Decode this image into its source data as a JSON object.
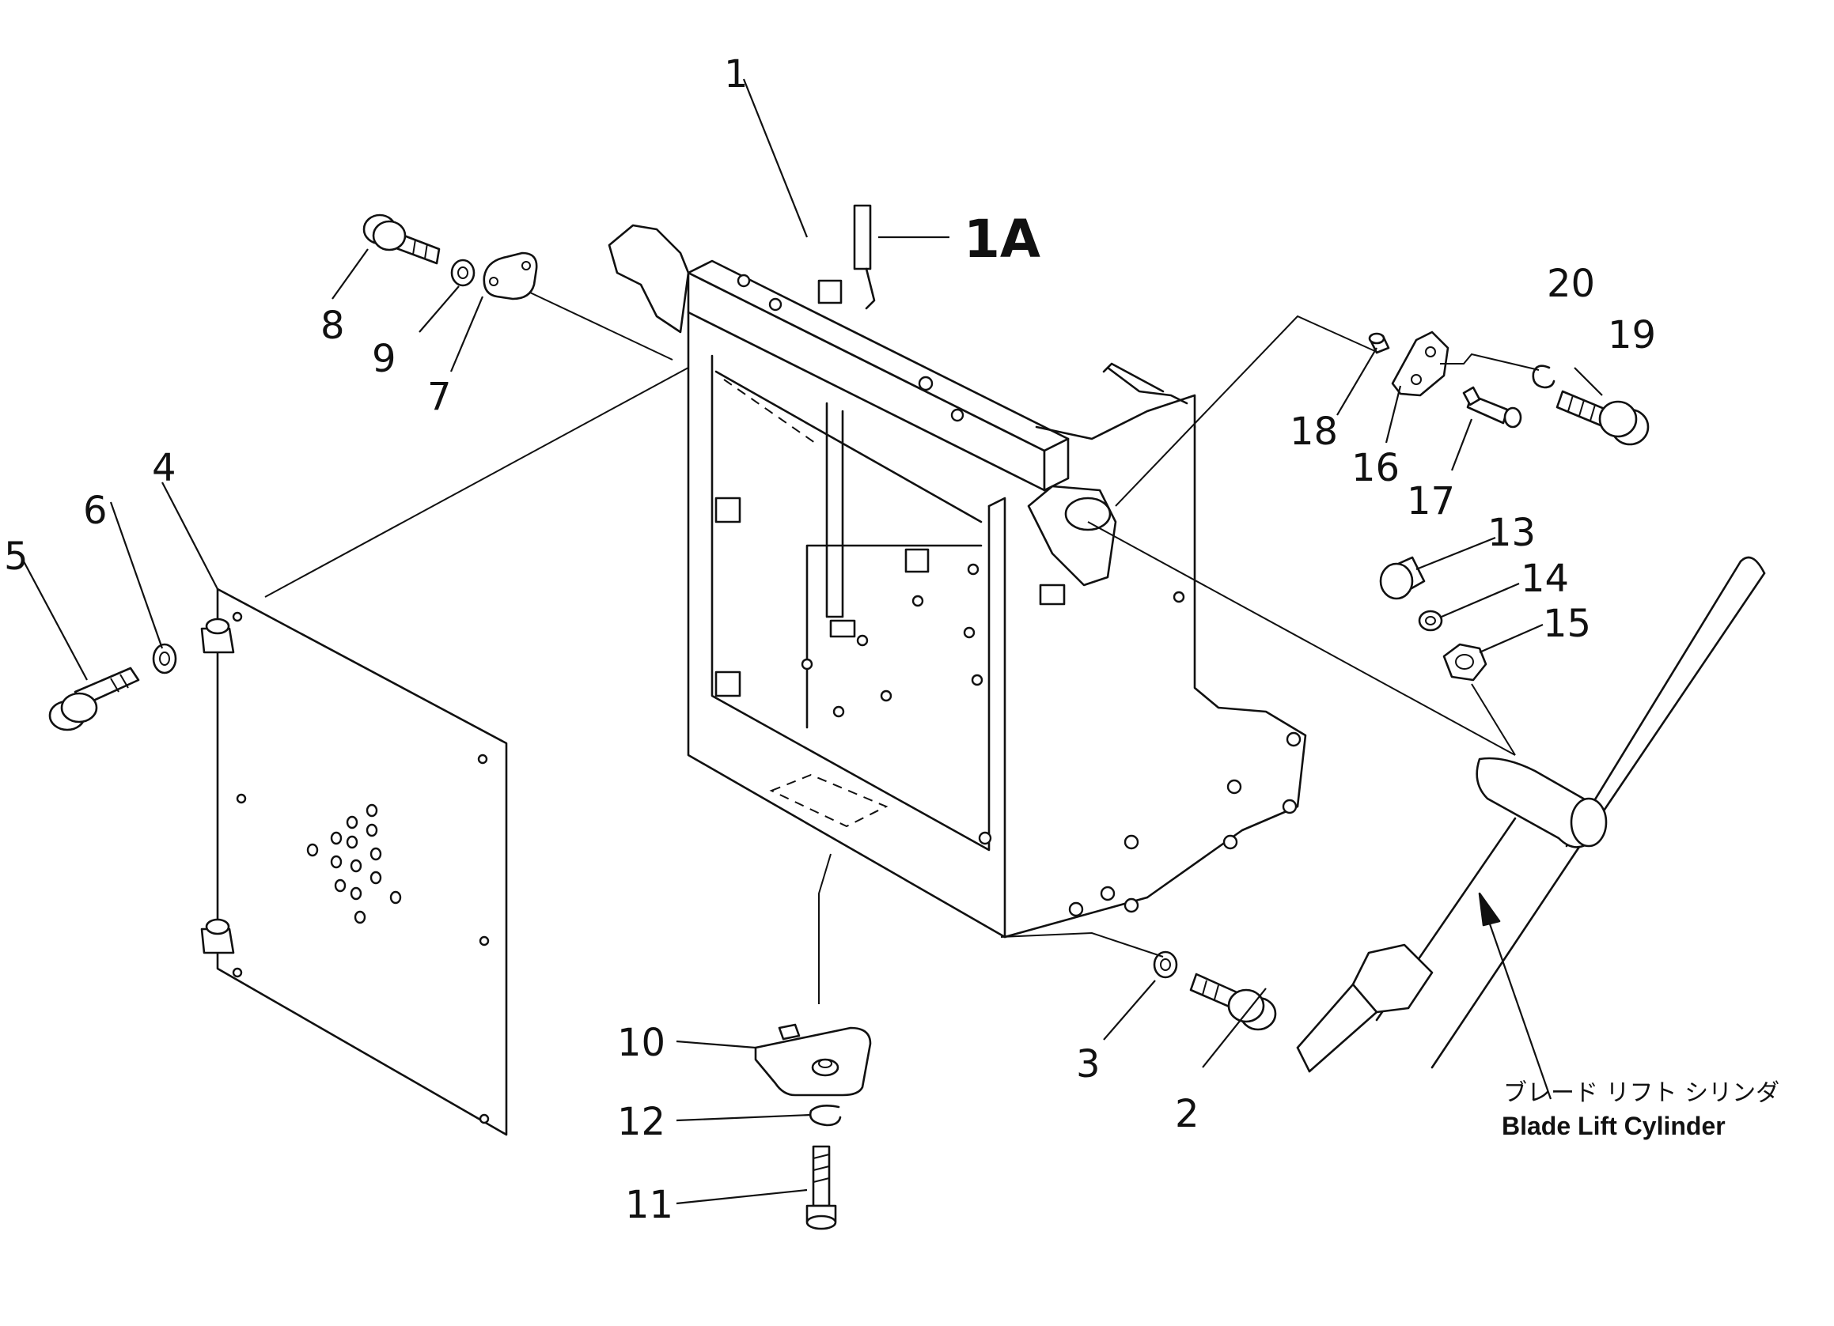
{
  "labels": {
    "p1": "1",
    "p1a": "1A",
    "p2": "2",
    "p3": "3",
    "p4": "4",
    "p5": "5",
    "p6": "6",
    "p7": "7",
    "p8": "8",
    "p9": "9",
    "p10": "10",
    "p11": "11",
    "p12": "12",
    "p13": "13",
    "p14": "14",
    "p15": "15",
    "p16": "16",
    "p17": "17",
    "p18": "18",
    "p19": "19",
    "p20": "20"
  },
  "caption": {
    "jp": "ブレード リフト シリンダ",
    "en": "Blade Lift Cylinder"
  }
}
